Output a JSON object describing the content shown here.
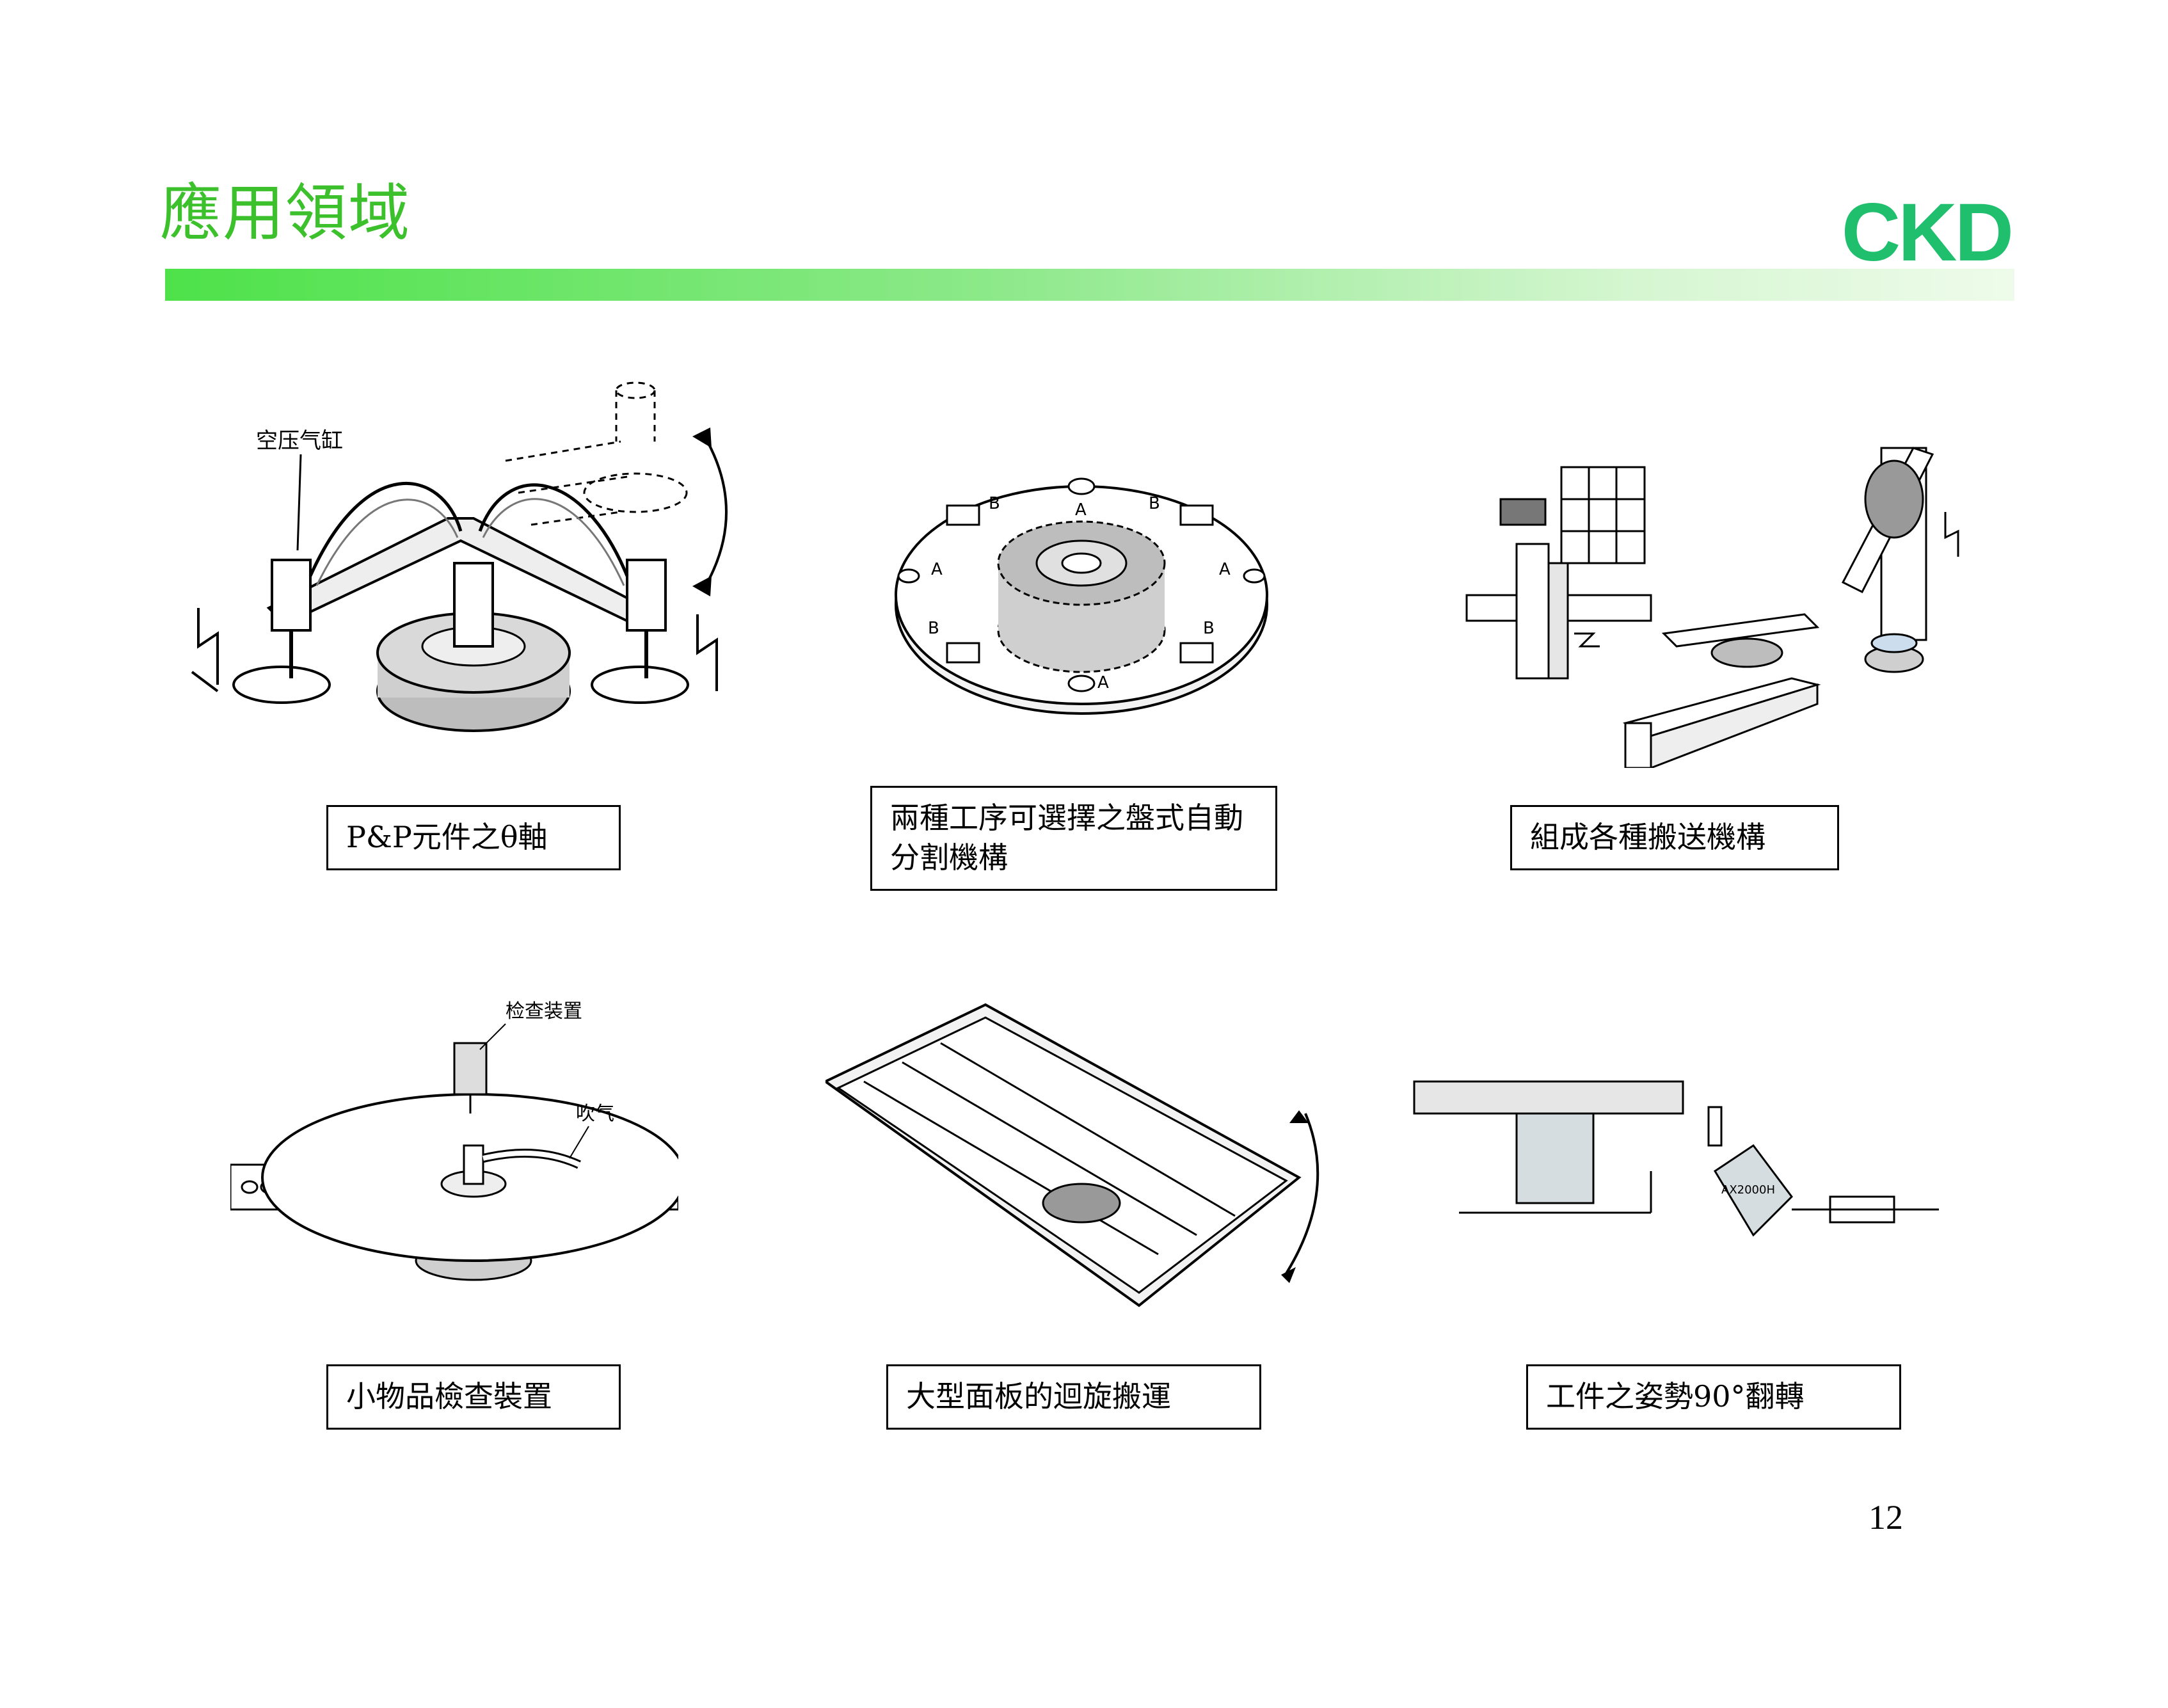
{
  "header": {
    "title": "應用領域",
    "logo": "CKD",
    "accent_color": "#3cc12c",
    "logo_color": "#1fbf6e"
  },
  "figures": [
    {
      "caption": "P&P元件之θ軸",
      "labels": [
        "空压气缸"
      ]
    },
    {
      "caption": "兩種工序可選擇之盤式自動分割機構",
      "labels": [
        "A",
        "B"
      ]
    },
    {
      "caption": "組成各種搬送機構",
      "labels": []
    },
    {
      "caption": "小物品檢查裝置",
      "labels": [
        "检查装置",
        "吹气"
      ]
    },
    {
      "caption": "大型面板的迴旋搬運",
      "labels": []
    },
    {
      "caption": "工件之姿勢90°翻轉",
      "labels": [
        "AX2000H"
      ]
    }
  ],
  "page_number": "12"
}
